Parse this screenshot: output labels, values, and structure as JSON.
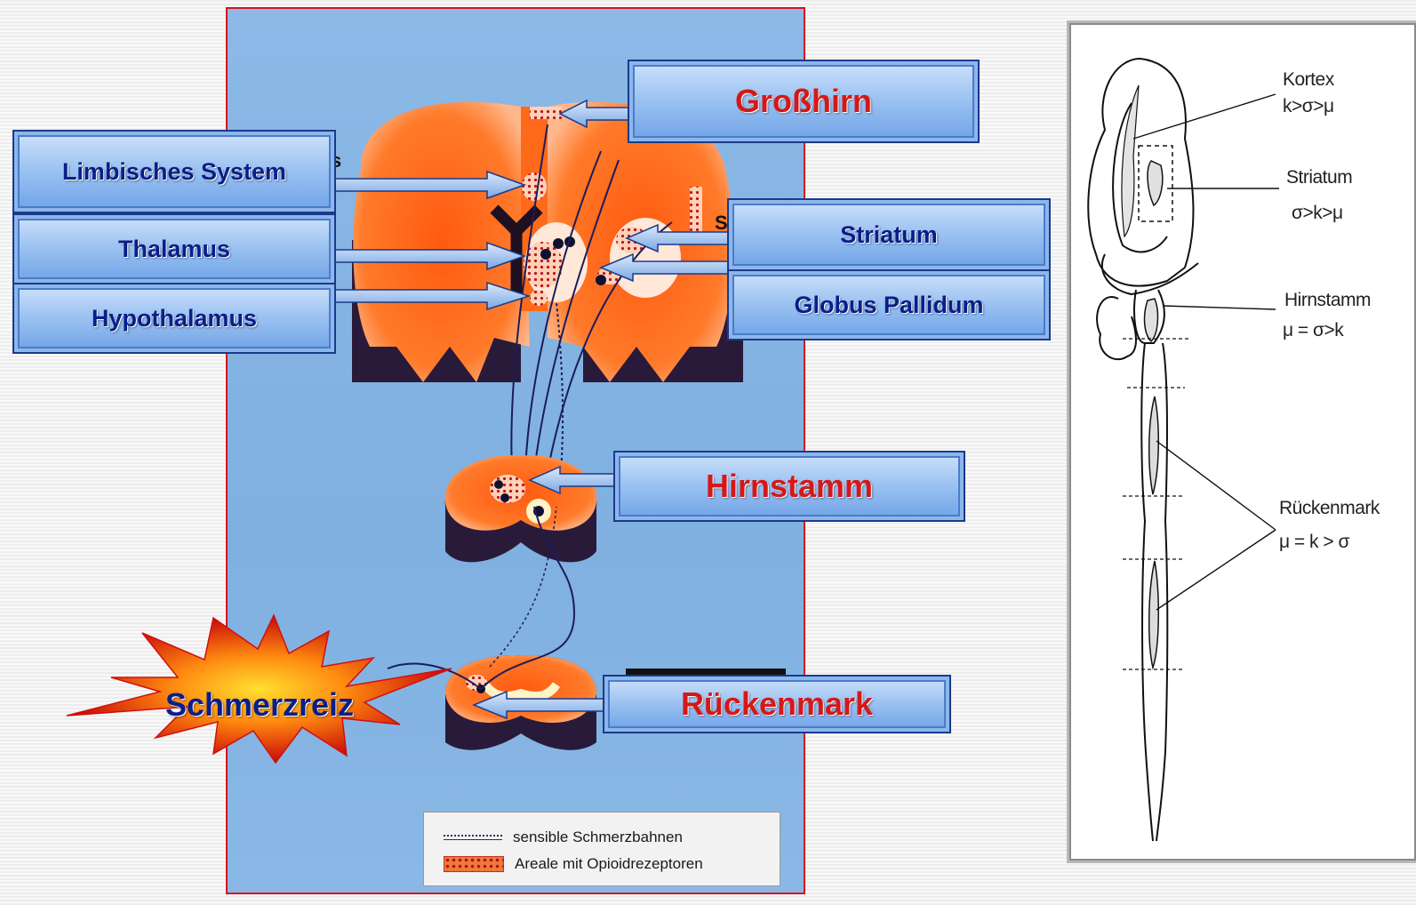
{
  "diagram": {
    "boxes": {
      "grosshirn": "Großhirn",
      "limbisches_system": "Limbisches System",
      "thalamus": "Thalamus",
      "hypothalamus": "Hypothalamus",
      "striatum": "Striatum",
      "globus_pallidum": "Globus Pallidum",
      "hirnstamm": "Hirnstamm",
      "rueckenmark": "Rückenmark"
    },
    "starburst_label": "Schmerzreiz",
    "photo_letters": {
      "left_s": "s",
      "right_s": "S"
    },
    "legend": {
      "line_label": "sensible Schmerzbahnen",
      "dots_label": "Areale mit Opioidrezeptoren"
    }
  },
  "right_panel": {
    "kortex": "Kortex",
    "kortex_rel": "k>σ>μ",
    "striatum": "Striatum",
    "striatum_rel": "σ>k>μ",
    "hirnstamm": "Hirnstamm",
    "hirnstamm_rel": "μ = σ>k",
    "rueckenmark": "Rückenmark",
    "rueckenmark_rel": "μ = k > σ"
  },
  "colors": {
    "photo_bg": "#7fb0e0",
    "frame_red": "#d8141c",
    "tissue_orange": "#ff6a1a",
    "box_text_blue": "#0a1e8a",
    "box_text_red": "#d41818"
  }
}
